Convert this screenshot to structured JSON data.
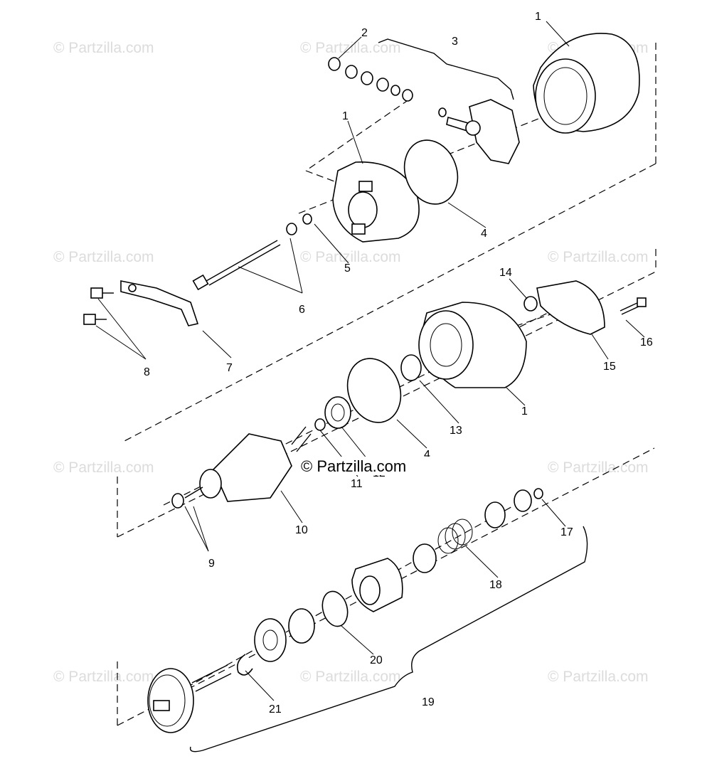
{
  "watermark": "© Partzilla.com",
  "watermark_center": "© Partzilla.com",
  "callouts": {
    "n1a": "1",
    "n2": "2",
    "n3": "3",
    "n1b": "1",
    "n4a": "4",
    "n5": "5",
    "n6": "6",
    "n7": "7",
    "n8": "8",
    "n14": "14",
    "n16": "16",
    "n15": "15",
    "n1c": "1",
    "n13": "13",
    "n4b": "4",
    "n12": "12",
    "n11": "11",
    "n10": "10",
    "n9": "9",
    "n17": "17",
    "n18": "18",
    "n20": "20",
    "n19": "19",
    "n21": "21"
  }
}
